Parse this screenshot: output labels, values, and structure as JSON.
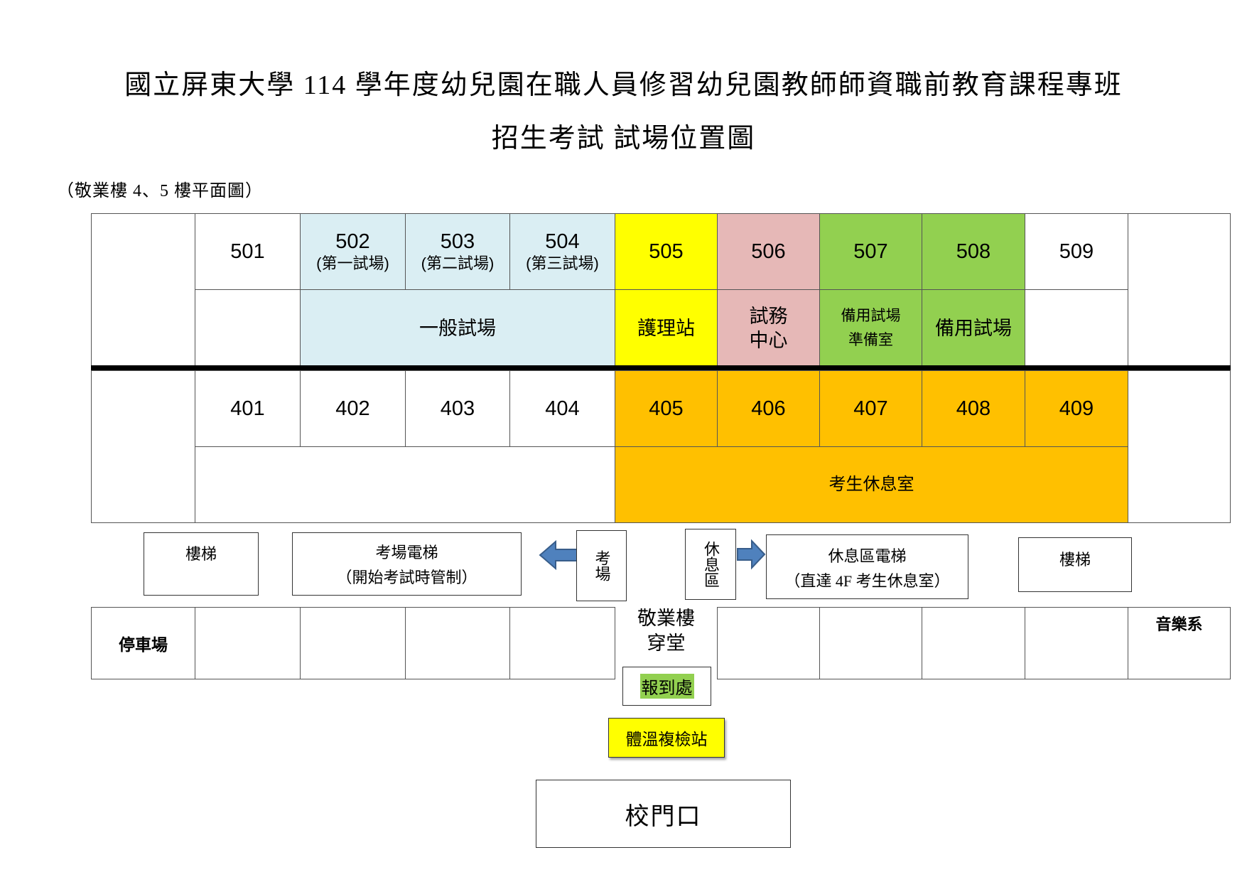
{
  "header": {
    "title_line1": "國立屏東大學 114 學年度幼兒園在職人員修習幼兒園教師師資職前教育課程專班",
    "title_line2": "招生考試 試場位置圖",
    "subtitle": "（敬業樓 4、5 樓平面圖）"
  },
  "floor5": {
    "rooms": [
      {
        "num": "501",
        "sub": ""
      },
      {
        "num": "502",
        "sub": "(第一試場)"
      },
      {
        "num": "503",
        "sub": "(第二試場)"
      },
      {
        "num": "504",
        "sub": "(第三試場)"
      },
      {
        "num": "505",
        "sub": ""
      },
      {
        "num": "506",
        "sub": ""
      },
      {
        "num": "507",
        "sub": ""
      },
      {
        "num": "508",
        "sub": ""
      },
      {
        "num": "509",
        "sub": ""
      }
    ],
    "labels": {
      "general_exam": "一般試場",
      "nurse": "護理站",
      "exam_center_1": "試務",
      "exam_center_2": "中心",
      "backup_prep_1": "備用試場",
      "backup_prep_2": "準備室",
      "backup": "備用試場"
    }
  },
  "floor4": {
    "rooms": [
      "401",
      "402",
      "403",
      "404",
      "405",
      "406",
      "407",
      "408",
      "409"
    ],
    "lounge": "考生休息室"
  },
  "facilities": {
    "stairs_left": "樓梯",
    "exam_elevator_1": "考場電梯",
    "exam_elevator_2": "（開始考試時管制）",
    "exam_side": "考場",
    "rest_side": "休息區",
    "rest_elevator_1": "休息區電梯",
    "rest_elevator_2": "（直達 4F 考生休息室）",
    "stairs_right": "樓梯"
  },
  "ground": {
    "parking": "停車場",
    "hall_1": "敬業樓",
    "hall_2": "穿堂",
    "music": "音樂系",
    "checkin": "報到處",
    "temp_station": "體溫複檢站",
    "gate": "校門口"
  },
  "colors": {
    "light_blue": "#daeef3",
    "yellow": "#ffff00",
    "pink": "#e6b8b7",
    "green": "#92d050",
    "orange": "#ffc000",
    "arrow_blue": "#4f81bd"
  }
}
